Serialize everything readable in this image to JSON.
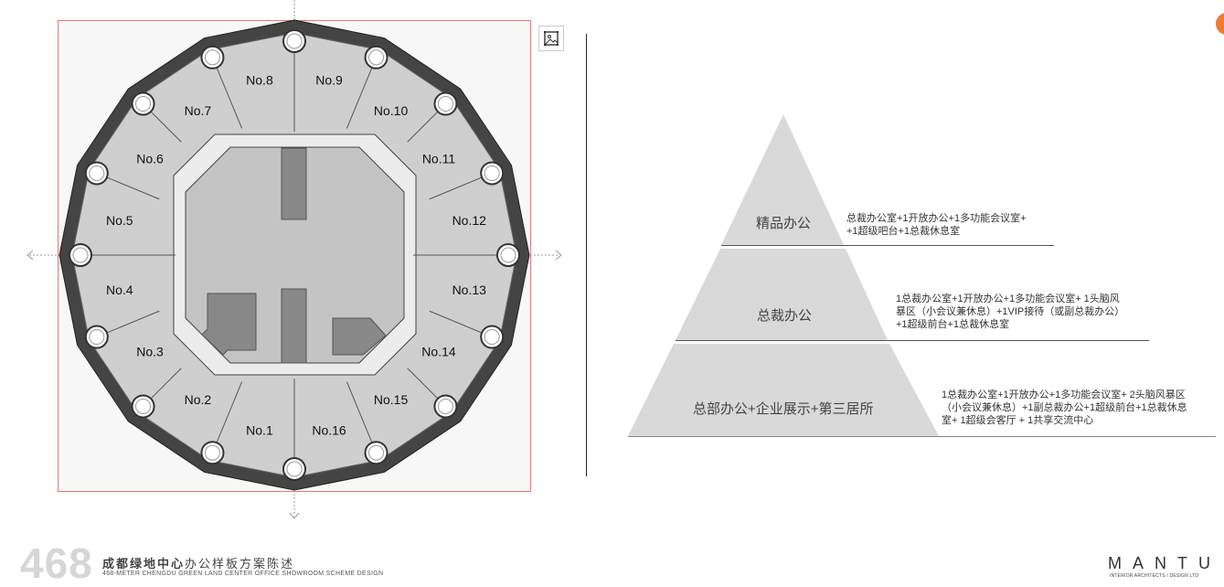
{
  "floor_plan": {
    "units": [
      "No.9",
      "No.10",
      "No.11",
      "No.12",
      "No.13",
      "No.14",
      "No.15",
      "No.16",
      "No.1",
      "No.2",
      "No.3",
      "No.4",
      "No.5",
      "No.6",
      "No.7",
      "No.8"
    ],
    "image_icon": "image-icon"
  },
  "pyramid": {
    "tiers": [
      {
        "title": "精品办公",
        "desc": [
          "总裁办公室+1开放办公+1多功能会议室+",
          "+1超级吧台+1总裁休息室"
        ]
      },
      {
        "title": "总裁办公",
        "desc": [
          "1总裁办公室+1开放办公+1多功能会议室+ 1头脑风",
          "暴区（小会议兼休息）+1VIP接待（或副总裁办公）",
          "+1超级前台+1总裁休息室"
        ]
      },
      {
        "title": "总部办公+企业展示+第三居所",
        "desc": [
          "1总裁办公室+1开放办公+1多功能会议室+ 2头脑风暴区",
          "（小会议兼休息）+1副总裁办公+1超级前台+1总裁休息",
          "室+ 1超级会客厅 + 1共享交流中心"
        ]
      }
    ]
  },
  "footer": {
    "number": "468",
    "title_bold": "成都绿地中心",
    "title_rest": "办公样板方案陈述",
    "subtitle": "468-METER CHENGDU GREEN LAND CENTER OFFICE SHOWROOM SCHEME DESIGN",
    "logo": "MANTU",
    "logo_sub_a": "INTERIOR ARCHITECTS",
    "logo_sub_sep": "I",
    "logo_sub_b": "DESIGN LTD"
  },
  "colors": {
    "accent": "#f07a30",
    "frame": "#e07a7a"
  }
}
